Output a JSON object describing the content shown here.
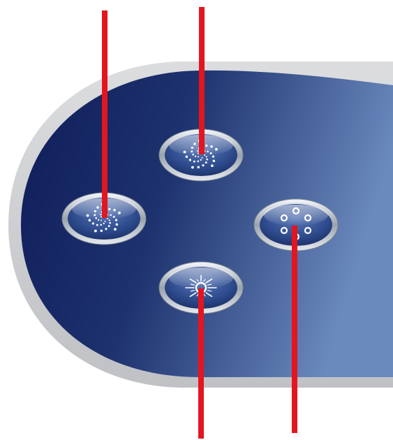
{
  "panel": {
    "bezel_color": "#d2d3d5",
    "face_color_dark": "#0f1d5a",
    "face_color_light": "#5f7fb4"
  },
  "buttons": [
    {
      "id": "jets-1",
      "icon": "jets-swirl-icon",
      "kind": "jets"
    },
    {
      "id": "jets-2",
      "icon": "jets-swirl-icon",
      "kind": "jets"
    },
    {
      "id": "light",
      "icon": "light-sun-icon",
      "kind": "light"
    },
    {
      "id": "blower",
      "icon": "blower-bubbles-icon",
      "kind": "blower"
    }
  ],
  "callout": {
    "line_color": "#e3151f"
  }
}
